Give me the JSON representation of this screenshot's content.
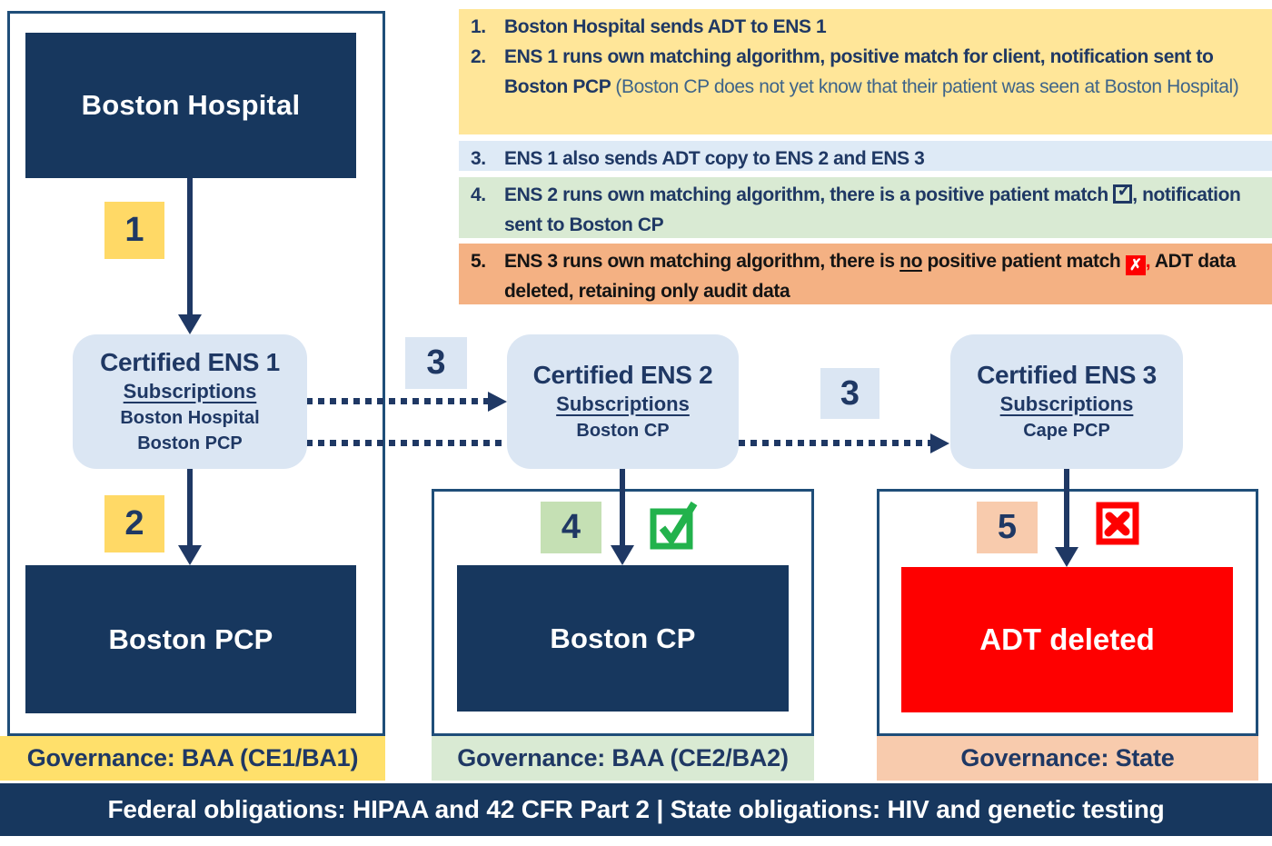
{
  "colors": {
    "navy_fill": "#17375E",
    "navy_text": "#1F3864",
    "frame_border": "#1F4E79",
    "light_blue": "#DBE6F3",
    "note_blue": "#DEEAF6",
    "note_yellow": "#FFE699",
    "label_yellow": "#FFD966",
    "governance_yellow": "#FFE06B",
    "note_green": "#D9EAD3",
    "label_green": "#C5E0B4",
    "note_salmon": "#F4B183",
    "label_salmon": "#F8CBAD",
    "red": "#FE0000",
    "check_green": "#22B24C"
  },
  "notes": {
    "item1": {
      "num": "1.",
      "text": "Boston Hospital sends ADT to ENS 1"
    },
    "item2": {
      "num": "2.",
      "text_main": "ENS 1 runs own matching algorithm, positive match for client, notification sent to Boston PCP ",
      "text_light": "(Boston CP does not yet know that their patient was seen at Boston Hospital)"
    },
    "item3": {
      "num": "3.",
      "text": "ENS 1 also sends ADT copy to ENS 2 and ENS 3"
    },
    "item4": {
      "num": "4.",
      "text_before_icon": "ENS 2 runs own matching algorithm, there is a positive patient match ",
      "icon": "checkbox-checked",
      "text_after_icon": ", notification sent to Boston CP"
    },
    "item5": {
      "num": "5.",
      "text_start": "ENS 3 runs own matching algorithm, there is ",
      "underlined": "no",
      "text_mid": " positive patient match ",
      "icon": "checkbox-x",
      "comma": ",",
      "text_end": " ADT data deleted, retaining only audit data"
    }
  },
  "flow": {
    "step1": "1",
    "step2": "2",
    "step3a": "3",
    "step3b": "3",
    "step4": "4",
    "step5": "5"
  },
  "nodes": {
    "boston_hospital": "Boston Hospital",
    "boston_pcp": "Boston PCP",
    "boston_cp": "Boston CP",
    "adt_deleted": "ADT deleted",
    "ens1": {
      "title": "Certified ENS 1",
      "subscriptions_label": "Subscriptions",
      "subscribers": [
        "Boston Hospital",
        "Boston PCP"
      ]
    },
    "ens2": {
      "title": "Certified ENS 2",
      "subscriptions_label": "Subscriptions",
      "subscribers": [
        "Boston CP"
      ]
    },
    "ens3": {
      "title": "Certified ENS 3",
      "subscriptions_label": "Subscriptions",
      "subscribers": [
        "Cape PCP"
      ]
    }
  },
  "governance": {
    "left": "Governance: BAA (CE1/BA1)",
    "middle": "Governance: BAA (CE2/BA2)",
    "right": "Governance: State"
  },
  "footer": "Federal obligations: HIPAA and 42 CFR Part 2 | State obligations: HIV and genetic testing"
}
